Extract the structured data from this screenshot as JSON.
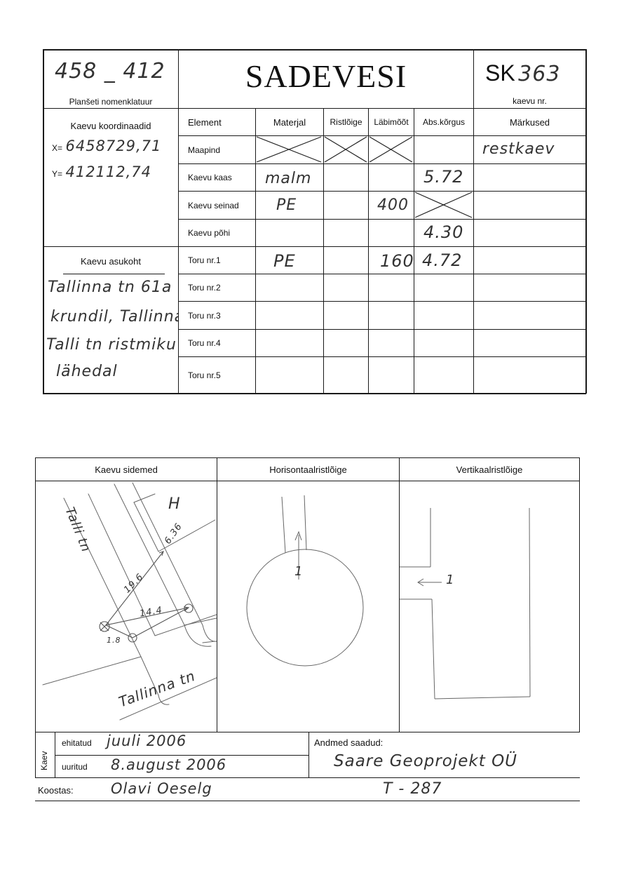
{
  "header": {
    "nomenclature_value": "458 _ 412",
    "nomenclature_label": "Planšeti nomenklatuur",
    "title": "SADEVESI",
    "well_prefix": "SK",
    "well_number": "363",
    "well_label": "kaevu nr."
  },
  "coordinates": {
    "label": "Kaevu koordinaadid",
    "x_label": "X=",
    "x_value": "6458729,71",
    "y_label": "Y=",
    "y_value": "412112,74"
  },
  "location": {
    "label": "Kaevu asukoht",
    "lines": [
      "Tallinna tn 61a",
      "krundil, Tallinna ja",
      "Talli tn ristmiku",
      "lähedal"
    ]
  },
  "table": {
    "columns": [
      "Element",
      "Materjal",
      "Ristlõige",
      "Läbimõõt",
      "Abs.kõrgus",
      "Märkused"
    ],
    "rows": [
      {
        "element": "Maapind",
        "material": "",
        "diameter": "",
        "abs": "",
        "remarks": "restkaev"
      },
      {
        "element": "Kaevu kaas",
        "material": "malm",
        "diameter": "",
        "abs": "5.72",
        "remarks": ""
      },
      {
        "element": "Kaevu seinad",
        "material": "PE",
        "diameter": "400",
        "abs": "",
        "remarks": ""
      },
      {
        "element": "Kaevu põhi",
        "material": "",
        "diameter": "",
        "abs": "4.30",
        "remarks": ""
      },
      {
        "element": "Toru nr.1",
        "material": "PE",
        "diameter": "160",
        "abs": "4.72",
        "remarks": ""
      },
      {
        "element": "Toru nr.2",
        "material": "",
        "diameter": "",
        "abs": "",
        "remarks": ""
      },
      {
        "element": "Toru nr.3",
        "material": "",
        "diameter": "",
        "abs": "",
        "remarks": ""
      },
      {
        "element": "Toru nr.4",
        "material": "",
        "diameter": "",
        "abs": "",
        "remarks": ""
      },
      {
        "element": "Toru nr.5",
        "material": "",
        "diameter": "",
        "abs": "",
        "remarks": ""
      }
    ]
  },
  "drawings": {
    "ties_title": "Kaevu sidemed",
    "horizontal_title": "Horisontaalristlõige",
    "vertical_title": "Vertikaalristlõige",
    "street_talli": "Talli tn",
    "street_tallinna": "Tallinna tn",
    "building_label": "H",
    "dist_1": "6.36",
    "dist_2": "19.6",
    "dist_3": "14.4",
    "dist_4": "1.8",
    "pipe_label": "1"
  },
  "footer": {
    "well_label": "Kaev",
    "built_label": "ehitatud",
    "built_value": "juuli 2006",
    "surveyed_label": "uuritud",
    "surveyed_value": "8.august 2006",
    "data_from_label": "Andmed saadud:",
    "data_from_value": "Saare Geoprojekt OÜ",
    "compiled_label": "Koostas:",
    "compiled_value": "Olavi Oeselg",
    "doc_code": "T - 287"
  }
}
